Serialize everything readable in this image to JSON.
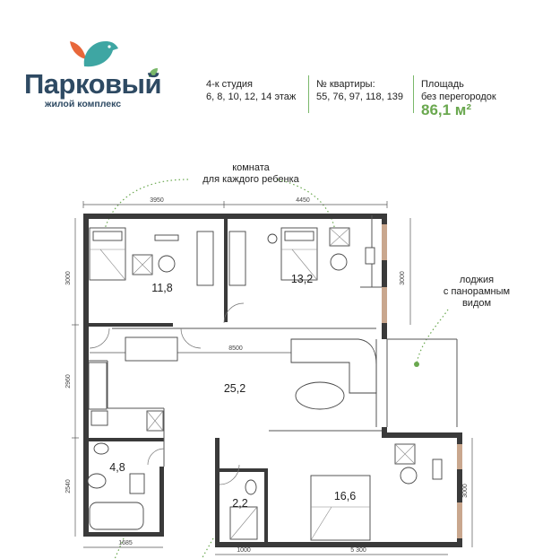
{
  "brand": {
    "name": "Парковый",
    "subtitle": "жилой комплекс"
  },
  "header": {
    "type_line1": "4-к студия",
    "type_line2": "6, 8, 10, 12, 14 этаж",
    "apt_line1": "№ квартиры:",
    "apt_line2": "55, 76, 97, 118, 139",
    "area_line1": "Площадь",
    "area_line2": "без перегородок",
    "area_value": "86,1 м²"
  },
  "callouts": {
    "rooms_line1": "комната",
    "rooms_line2": "для каждого ребенка",
    "loggia_line1": "лоджия",
    "loggia_line2": "с панорамным",
    "loggia_line3": "видом"
  },
  "rooms": {
    "room1": "11,8",
    "room2": "13,2",
    "living": "25,2",
    "bath": "4,8",
    "wc": "2,2",
    "bedroom": "16,6"
  },
  "dimensions": {
    "top_left": "3950",
    "top_right": "4450",
    "left_upper": "3000",
    "left_middle": "2960",
    "left_lower": "2540",
    "right_upper": "3000",
    "right_lower": "3000",
    "inner_width": "8500",
    "bottom_1": "1685",
    "bottom_2": "1000",
    "bottom_3": "5 300"
  },
  "colors": {
    "brand_blue": "#2e4a63",
    "accent_green": "#6aa84f",
    "bird_orange": "#e8673a",
    "bird_teal": "#3ea6a3",
    "wall": "#3a3a3a"
  }
}
